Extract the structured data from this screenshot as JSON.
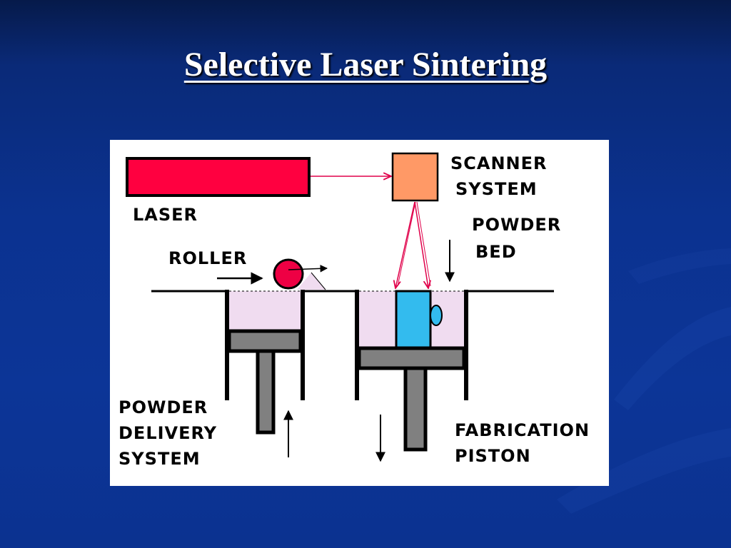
{
  "slide": {
    "title": "Selective Laser Sintering"
  },
  "colors": {
    "background": "#0b3290",
    "laser": "#ff0040",
    "scanner": "#ff9966",
    "powder": "#f0dcf0",
    "part": "#33bbee",
    "piston": "#808080",
    "beam": "#e0004a"
  },
  "labels": {
    "laser": "LASER",
    "scanner_line1": "SCANNER",
    "scanner_line2": "SYSTEM",
    "powder_bed_line1": "POWDER",
    "powder_bed_line2": "BED",
    "roller": "ROLLER",
    "delivery_line1": "POWDER",
    "delivery_line2": "DELIVERY",
    "delivery_line3": "SYSTEM",
    "fabrication_line1": "FABRICATION",
    "fabrication_line2": "PISTON"
  }
}
